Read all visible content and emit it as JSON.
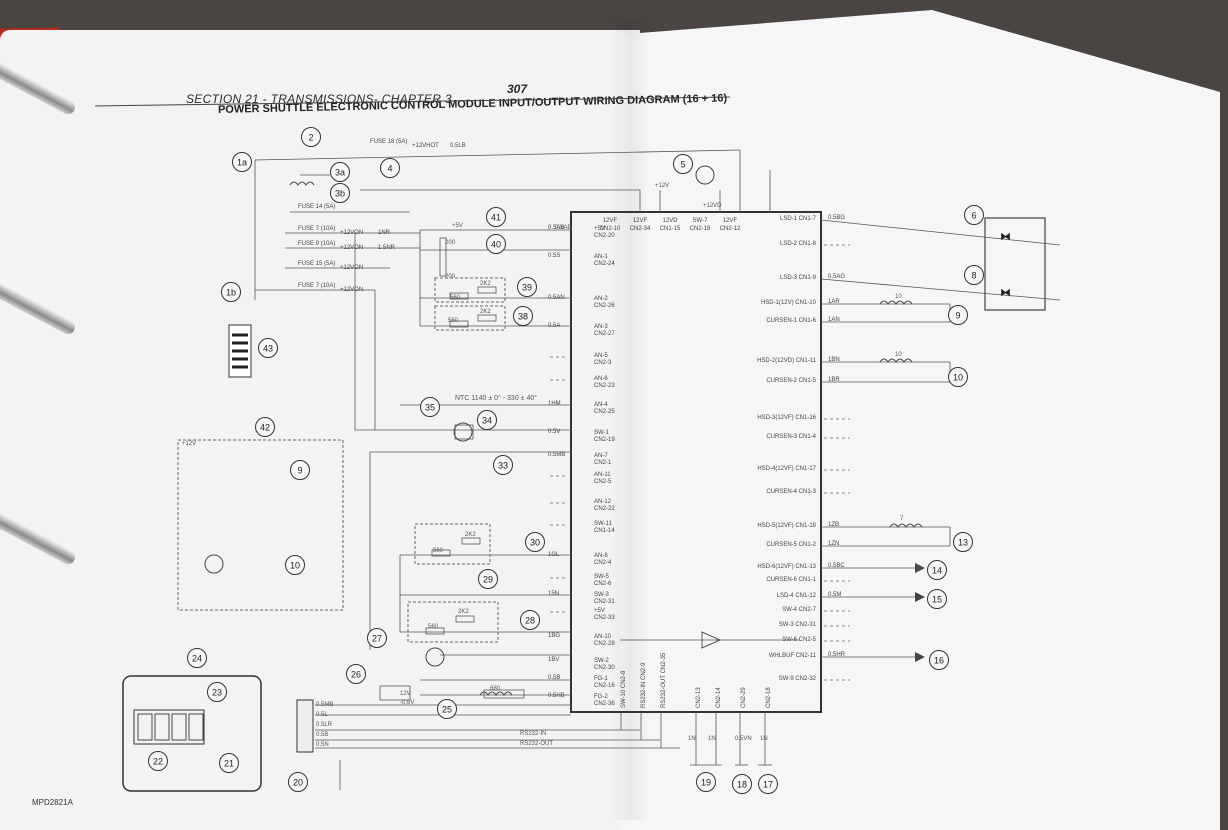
{
  "header": {
    "section": "SECTION 21 - TRANSMISSIONS- CHAPTER 3",
    "page_number": "307",
    "title": "POWER SHUTTLE ELECTRONIC CONTROL MODULE INPUT/OUTPUT WIRING DIAGRAM (16 + 16)"
  },
  "reference_code": "MPD2821A",
  "module_top_pins": [
    {
      "name": "12VF",
      "pin": "CN2-10"
    },
    {
      "name": "12VF",
      "pin": "CN2-34"
    },
    {
      "name": "12VD",
      "pin": "CN1-15"
    },
    {
      "name": "SW-7",
      "pin": "CN2-18"
    },
    {
      "name": "12VF",
      "pin": "CN2-12"
    }
  ],
  "module_left_pins": [
    {
      "name": "+5V",
      "pin": "CN2-20",
      "wire": "0.5AB"
    },
    {
      "name": "AN-1",
      "pin": "CN2-24",
      "wire": "0.5S"
    },
    {
      "name": "AN-2",
      "pin": "CN2-26",
      "wire": "0.5AN"
    },
    {
      "name": "AN-3",
      "pin": "CN2-27",
      "wire": "0.5A"
    },
    {
      "name": "AN-5",
      "pin": "CN2-3",
      "wire": ""
    },
    {
      "name": "AN-6",
      "pin": "CN2-23",
      "wire": ""
    },
    {
      "name": "AN-4",
      "pin": "CN2-25",
      "wire": "1HM"
    },
    {
      "name": "SW-1",
      "pin": "CN2-19",
      "wire": "0.5V"
    },
    {
      "name": "AN-7",
      "pin": "CN2-1",
      "wire": "0.5MB"
    },
    {
      "name": "AN-11",
      "pin": "CN2-5",
      "wire": ""
    },
    {
      "name": "AN-12",
      "pin": "CN2-22",
      "wire": ""
    },
    {
      "name": "SW-11",
      "pin": "CN1-14",
      "wire": ""
    },
    {
      "name": "AN-8",
      "pin": "CN2-4",
      "wire": "1GL"
    },
    {
      "name": "SW-5",
      "pin": "CN2-6",
      "wire": ""
    },
    {
      "name": "SW-3",
      "pin": "CN2-31",
      "wire": "15N"
    },
    {
      "name": "+5V",
      "pin": "CN2-33",
      "wire": ""
    },
    {
      "name": "AN-10",
      "pin": "CN2-28",
      "wire": "1BG"
    },
    {
      "name": "SW-2",
      "pin": "CN2-30",
      "wire": "1BV"
    },
    {
      "name": "FG-1",
      "pin": "CN2-16",
      "wire": "0.5B"
    },
    {
      "name": "FG-2",
      "pin": "CN2-36",
      "wire": "0.5HB"
    }
  ],
  "module_right_pins": [
    {
      "name": "LSD-1",
      "pin": "CN1-7",
      "wire": "0.5BG"
    },
    {
      "name": "LSD-2",
      "pin": "CN1-8",
      "wire": ""
    },
    {
      "name": "LSD-3",
      "pin": "CN1-9",
      "wire": "0.5AG"
    },
    {
      "name": "HSD-1(12V)",
      "pin": "CN1-10",
      "wire": "1AR"
    },
    {
      "name": "CURSEN-1",
      "pin": "CN1-6",
      "wire": "1AN"
    },
    {
      "name": "HSD-2(12VD)",
      "pin": "CN1-11",
      "wire": "1BN"
    },
    {
      "name": "CURSEN-2",
      "pin": "CN1-5",
      "wire": "1BR"
    },
    {
      "name": "HSD-3(12VF)",
      "pin": "CN1-16",
      "wire": ""
    },
    {
      "name": "CURSEN-3",
      "pin": "CN1-4",
      "wire": ""
    },
    {
      "name": "HSD-4(12VF)",
      "pin": "CN1-17",
      "wire": ""
    },
    {
      "name": "CURSEN-4",
      "pin": "CN1-3",
      "wire": ""
    },
    {
      "name": "HSD-5(12VF)",
      "pin": "CN1-18",
      "wire": "1ZB"
    },
    {
      "name": "CURSEN-5",
      "pin": "CN1-2",
      "wire": "1ZN"
    },
    {
      "name": "HSD-6(12VF)",
      "pin": "CN1-13",
      "wire": "0.5BC"
    },
    {
      "name": "CURSEN-6",
      "pin": "CN1-1",
      "wire": ""
    },
    {
      "name": "LSD-4",
      "pin": "CN1-12",
      "wire": "0.5M"
    },
    {
      "name": "SW-4",
      "pin": "CN2-7",
      "wire": ""
    },
    {
      "name": "SW-3",
      "pin": "CN2-31",
      "wire": ""
    },
    {
      "name": "SW-6",
      "pin": "CN2-5",
      "wire": ""
    },
    {
      "name": "WHLBUF",
      "pin": "CN2-11",
      "wire": "0.5HR"
    },
    {
      "name": "SW-9",
      "pin": "CN2-32",
      "wire": ""
    }
  ],
  "module_bottom_pins": [
    "SW-10 CN2-8",
    "RS232-IN CN2-9",
    "RS232-OUT CN2-35",
    "CN2-13",
    "CN2-14",
    "CN2-29",
    "CN2-18"
  ],
  "fuses": [
    {
      "label": "FUSE 18 (5A)",
      "supply": "+12VHOT",
      "wire": "0.5LB"
    },
    {
      "label": "FUSE 14 (5A)",
      "supply": "",
      "wire": ""
    },
    {
      "label": "FUSE 7 (10A)",
      "supply": "+12VON",
      "wire": "1NR"
    },
    {
      "label": "FUSE 9 (10A)",
      "supply": "+12VON",
      "wire": "1.5NR"
    },
    {
      "label": "FUSE 15 (5A)",
      "supply": "+12VON",
      "wire": ""
    },
    {
      "label": "FUSE 7 (10A)",
      "supply": "+12VON",
      "wire": ""
    }
  ],
  "annotations": {
    "ntc": "NTC 1140 ± 0° - 330 ± 40°",
    "r_2k2": "2K2",
    "r_560": "560",
    "r_200": "200",
    "r_680": "680",
    "r_10": "10",
    "r_7": "7",
    "supply_5v": "+5V",
    "supply_12v": "+12V",
    "supply_12vd": "+12VD",
    "v_12v": "12V",
    "v_0_6v": "-0,6V",
    "rs232_in": "RS232-IN",
    "rs232_out": "RS232-OUT",
    "wire_0_5n": "0.5N",
    "wire_0_5b": "0.5B",
    "wire_0_5lr": "0.5LR",
    "wire_0_5mb": "0.5MB",
    "wire_0_5l": "0.5L",
    "wire_1n": "1N",
    "wire_0_5vn": "0.5VN",
    "wire_0_5ab": "0.5AB"
  },
  "callouts": {
    "c1a": "1a",
    "c1b": "1b",
    "c2": "2",
    "c3a": "3a",
    "c3b": "3b",
    "c4": "4",
    "c5": "5",
    "c6": "6",
    "c8": "8",
    "c9": "9",
    "c9b": "9",
    "c10": "10",
    "c10b": "10",
    "c13": "13",
    "c14": "14",
    "c15": "15",
    "c16": "16",
    "c17": "17",
    "c18": "18",
    "c19": "19",
    "c20": "20",
    "c21": "21",
    "c22": "22",
    "c23": "23",
    "c24": "24",
    "c25": "25",
    "c26": "26",
    "c27": "27",
    "c28": "28",
    "c29": "29",
    "c30": "30",
    "c33": "33",
    "c34": "34",
    "c35": "35",
    "c38": "38",
    "c39": "39",
    "c40": "40",
    "c41": "41",
    "c42": "42",
    "c43": "43"
  }
}
